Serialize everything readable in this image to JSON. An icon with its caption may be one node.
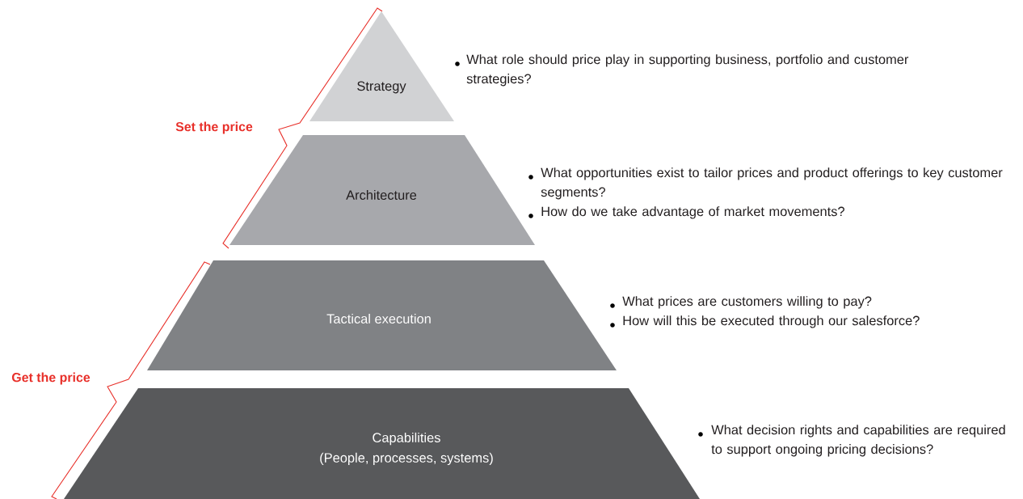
{
  "diagram": {
    "nodes": [
      {
        "text": [
          "Strategy"
        ],
        "beside": [
          "What role should price play in supporting business, portfolio and customer strategies?"
        ]
      },
      {
        "text": [
          "Architecture"
        ],
        "beside": [
          "What opportunities exist to tailor prices and product offerings to key customer segments?",
          "How do we take advantage of market movements?"
        ]
      },
      {
        "text": [
          "Tactical execution"
        ],
        "beside": [
          "What prices are customers willing to pay?",
          "How will this be executed through our salesforce?"
        ]
      },
      {
        "text": [
          "Capabilities",
          "(People, processes, systems)"
        ],
        "beside": [
          "What decision rights and capabilities are required to support ongoing pricing decisions?"
        ]
      }
    ],
    "labels": [
      "Set the price",
      "Get the price"
    ]
  }
}
